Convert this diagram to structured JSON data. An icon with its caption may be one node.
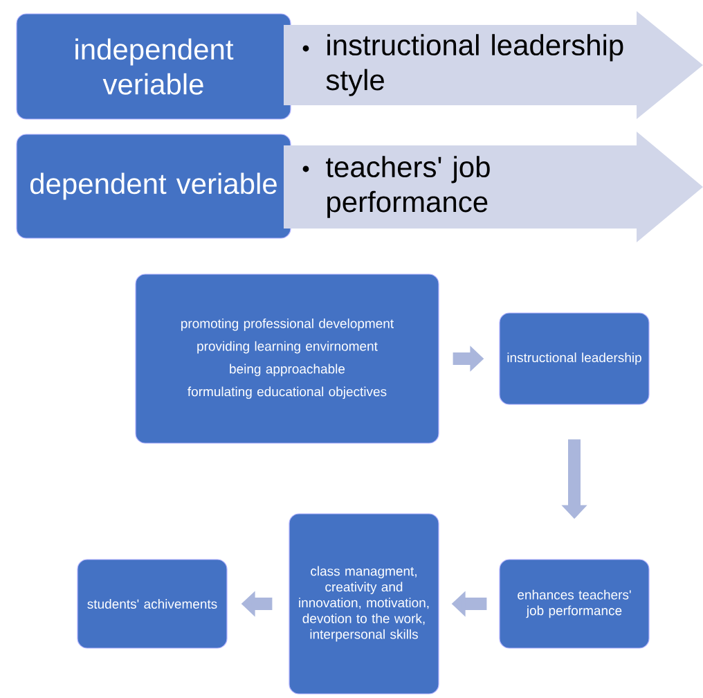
{
  "diagram": {
    "nodes": [
      {
        "text": [
          "independent veriable"
        ]
      },
      {
        "text": [
          "instructional leadership style"
        ]
      },
      {
        "text": [
          "dependent veriable"
        ]
      },
      {
        "text": [
          "teachers' job performance"
        ]
      },
      {
        "text": [
          "promoting professional development",
          "providing learning envirnoment",
          "being approachable",
          "formulating educational objectives"
        ]
      },
      {
        "text": [
          "instructional leadership"
        ]
      },
      {
        "text": [
          "enhances teachers' job performance"
        ]
      },
      {
        "text": [
          "class managment, creativity and innovation, motivation, devotion to the work, interpersonal skills"
        ]
      },
      {
        "text": [
          "students' achivements"
        ]
      }
    ],
    "edges": [
      {
        "from": 4,
        "to": 5,
        "arrow": "to"
      },
      {
        "from": 5,
        "to": 6,
        "arrow": "to"
      },
      {
        "from": 6,
        "to": 7,
        "arrow": "to"
      },
      {
        "from": 7,
        "to": 8,
        "arrow": "to"
      }
    ]
  }
}
